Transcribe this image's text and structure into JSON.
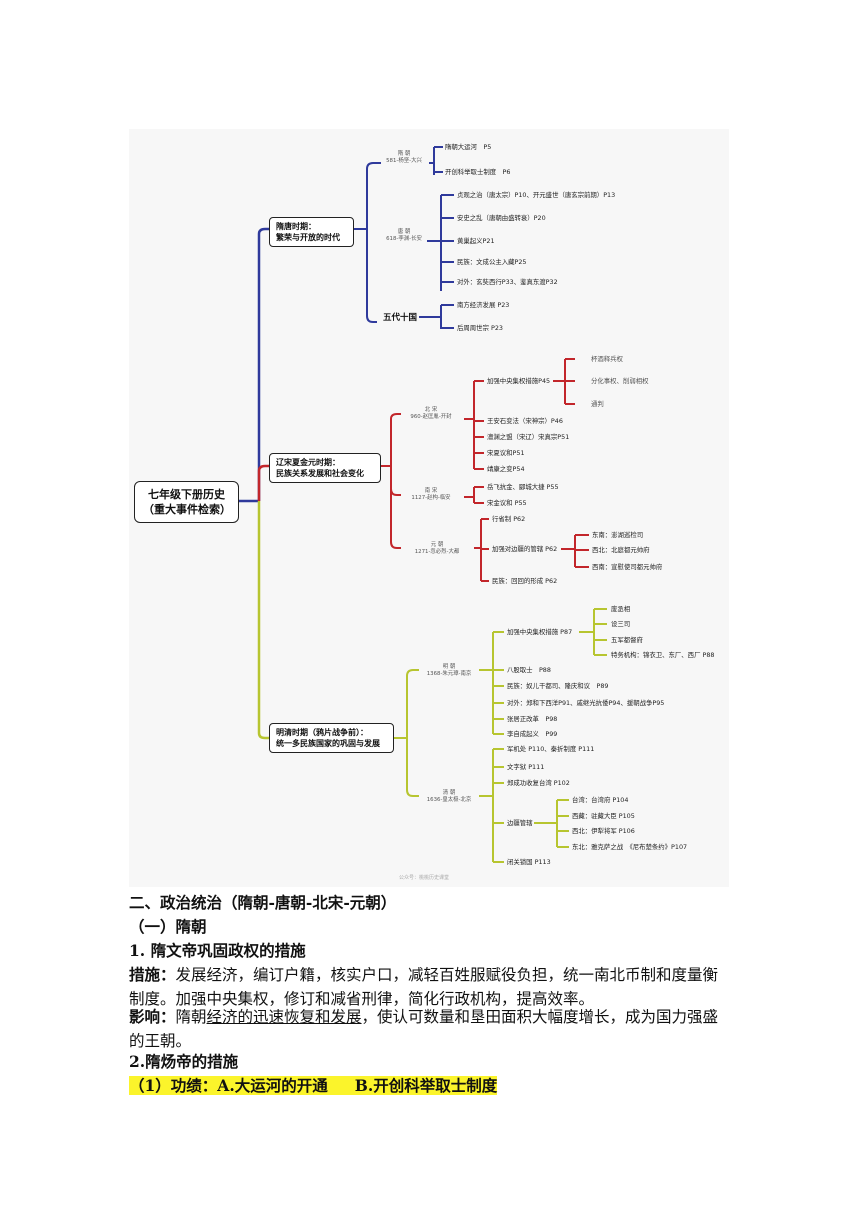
{
  "mindmap": {
    "root": [
      "七年级下册历史",
      "（重大事件检索）"
    ],
    "branch1": {
      "title": [
        "隋唐时期：",
        "繁荣与开放的时代"
      ],
      "sui": {
        "name": "隋  朝",
        "sub": "581-杨坚-大兴",
        "items": [
          "隋朝大运河　P5",
          "开创科举取士制度　P6"
        ]
      },
      "tang": {
        "name": "唐  朝",
        "sub": "618-李渊-长安",
        "items": [
          "贞观之治（唐太宗）P10、开元盛世（唐玄宗前期）P13",
          "安史之乱（唐朝由盛转衰）P20",
          "黄巢起义P21",
          "民族：文成公主入藏P25",
          "对外：玄奘西行P33、鉴真东渡P32"
        ]
      },
      "wudai": {
        "name": "五代十国",
        "items": [
          "南方经济发展 P23",
          "后周周世宗 P23"
        ]
      }
    },
    "branch2": {
      "title": [
        "辽宋夏金元时期：",
        "民族关系发展和社会变化"
      ],
      "beisong": {
        "name": "北  宋",
        "sub": "960-赵匡胤-开封",
        "centralization": "加强中央集权措施P45",
        "centralization_items": [
          "杯酒释兵权",
          "分化事权、削弱相权",
          "通判"
        ],
        "items": [
          "王安石变法（宋神宗）P46",
          "澶渊之盟（宋辽）宋真宗P51",
          "宋夏议和P51",
          "靖康之变P54"
        ]
      },
      "nansong": {
        "name": "南  宋",
        "sub": "1127-赵构-临安",
        "items": [
          "岳飞抗金、郾城大捷 P55",
          "宋金议和 P55"
        ]
      },
      "yuan": {
        "name": "元  朝",
        "sub": "1271-忽必烈-大都",
        "items": [
          "行省制 P62",
          "加强对边疆的管辖 P62",
          "民族：回回的形成 P62"
        ],
        "border_items": [
          "东南：澎湖巡检司",
          "西北：北庭都元帅府",
          "西南：宣慰使司都元帅府"
        ]
      }
    },
    "branch3": {
      "title": [
        "明清时期（鸦片战争前）：",
        "统一多民族国家的巩固与发展"
      ],
      "ming": {
        "name": "明  朝",
        "sub": "1368-朱元璋-南京",
        "centralization": "加强中央集权措施 P87",
        "centralization_items": [
          "废丞相",
          "设三司",
          "五军都督府",
          "特务机构：锦衣卫、东厂、西厂 P88"
        ],
        "items": [
          "八股取士　P88",
          "民族：奴儿干都司、隆庆和议　P89",
          "对外：郑和下西洋P91、戚继光抗倭P94、援朝战争P95",
          "张居正改革　P98",
          "李自成起义　P99"
        ]
      },
      "qing": {
        "name": "清  朝",
        "sub": "1636-皇太极-北京",
        "items": [
          "军机处 P110、秦折制度 P111",
          "文字狱 P111",
          "郑成功收复台湾 P102",
          "边疆管辖",
          "闭关锁国 P113"
        ],
        "border_items": [
          "台湾：台湾府 P104",
          "西藏：驻藏大臣 P105",
          "西北：伊犁将军 P106",
          "东北：雅克萨之战　《尼布楚条约》P107"
        ]
      }
    },
    "watermark": "公众号：桃桃历史课堂",
    "colors": {
      "branch1": "#2f3a9c",
      "branch2": "#c2262b",
      "branch3": "#b7c530"
    }
  },
  "doc": {
    "heading": "二、政治统治（隋朝-唐朝-北宋-元朝）",
    "sub1": "（一）隋朝",
    "sec1": "1. 隋文帝巩固政权的措施",
    "measures_label": "措施：",
    "measures_text": "发展经济，编订户籍，核实户口，减轻百姓服赋役负担，统一南北币制和度量衡制度。加强中央集权，修订和减省刑律，简化行政机构，提高效率。",
    "impact_label": "影响：",
    "impact_pre": "隋朝",
    "impact_underline": "经济的迅速恢复和发展",
    "impact_post": "，使认可数量和垦田面积大幅度增长，成为国力强盛的王朝。",
    "sec2": "2.隋炀帝的措施",
    "achieve_label": "（1）功绩：",
    "achieve_a": "A.大运河的开通",
    "achieve_b": "B.开创科举取士制度"
  }
}
